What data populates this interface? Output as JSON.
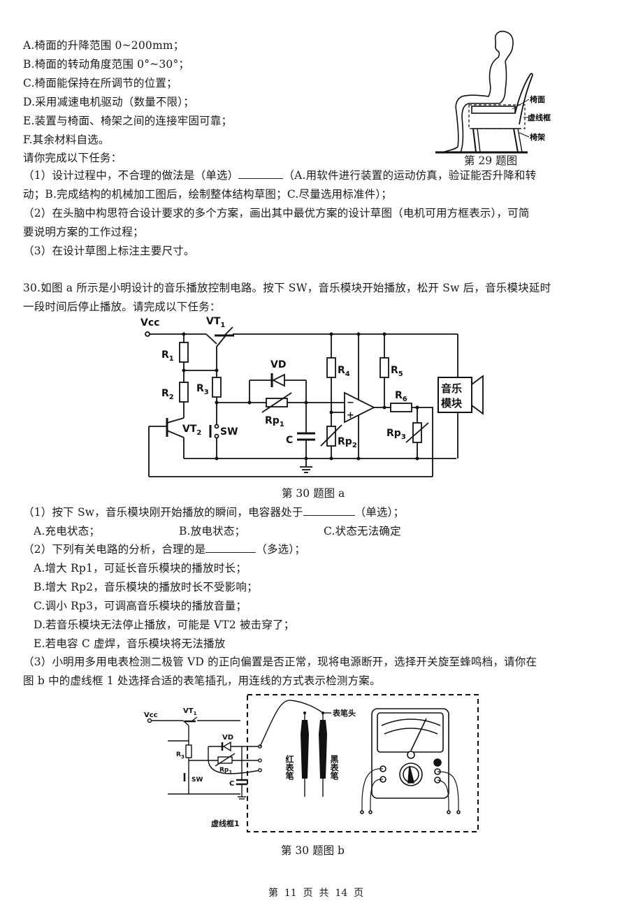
{
  "q29": {
    "requirements": [
      "A.椅面的升降范围 0~200mm；",
      "B.椅面的转动角度范围 0°~30°；",
      "C.椅面能保持在所调节的位置；",
      "D.采用减速电机驱动（数量不限）；",
      "E.装置与椅面、椅架之间的连接牢固可靠；",
      "F.其余材料自选。"
    ],
    "task_intro": "请你完成以下任务：",
    "figure": {
      "caption": "第 29 题图",
      "labels": {
        "seat": "椅面",
        "dashed_box": "虚线框",
        "frame": "椅架"
      }
    },
    "tasks": {
      "t1_prefix": "（1）设计过程中，不合理的做法是（单选）",
      "t1_suffix": "（A.用软件进行装置的运动仿真，验证能否升降和转",
      "t1_line2": "动；B.完成结构的机械加工图后，绘制整体结构草图；C.尽量选用标准件）；",
      "t2_line1": "（2）在头脑中构思符合设计要求的多个方案，画出其中最优方案的设计草图（电机可用方框表示），可简",
      "t2_line2": "要说明方案的工作过程；",
      "t3": "（3）在设计草图上标注主要尺寸。"
    }
  },
  "q30": {
    "intro_line1": "30.如图 a 所示是小明设计的音乐播放控制电路。按下 SW，音乐模块开始播放，松开 Sw 后，音乐模块延时",
    "intro_line2": "一段时间后停止播放。请完成以下任务：",
    "figure_a": {
      "caption": "第 30 题图 a",
      "labels": {
        "vcc": "Vcc",
        "vt1": "VT",
        "vt1_sub": "1",
        "vt2": "VT",
        "vt2_sub": "2",
        "r1": "R",
        "r1_sub": "1",
        "r2": "R",
        "r2_sub": "2",
        "r3": "R",
        "r3_sub": "3",
        "r4": "R",
        "r4_sub": "4",
        "r5": "R",
        "r5_sub": "5",
        "r6": "R",
        "r6_sub": "6",
        "rp1": "Rp",
        "rp1_sub": "1",
        "rp2": "Rp",
        "rp2_sub": "2",
        "rp3": "Rp",
        "rp3_sub": "3",
        "vd": "VD",
        "sw": "SW",
        "c": "C",
        "minus": "−",
        "plus": "+",
        "module_line1": "音乐",
        "module_line2": "模块"
      }
    },
    "sub1": {
      "prefix": "（1）按下 Sw，音乐模块刚开始播放的瞬间，电容器处于",
      "suffix": "（单选）；",
      "options": [
        "A.充电状态；",
        "B.放电状态；",
        "C.状态无法确定"
      ]
    },
    "sub2": {
      "prefix": "（2）下列有关电路的分析，合理的是",
      "suffix": "（多选）；",
      "options": [
        "A.增大 Rp1，可延长音乐模块的播放时长；",
        "B.增大 Rp2，音乐模块的播放时长不受影响；",
        "C.调小 Rp3，可调高音乐模块的播放音量；",
        "D.若音乐模块无法停止播放，可能是  VT2  被击穿了；",
        "E.若电容  C  虚焊，音乐模块将无法播放"
      ]
    },
    "sub3": {
      "line1": "（3）小明用多用电表检测二极管 VD 的正向偏置是否正常，现将电源断开，选择开关旋至蜂鸣档，请你在",
      "line2": "图 b 中的虚线框 1 处选择合适的表笔插孔，用连线的方式表示检测方案。"
    },
    "figure_b": {
      "caption": "第 30 题图 b",
      "labels": {
        "vcc": "Vcc",
        "vt1": "VT",
        "vt1_sub": "1",
        "r3": "R",
        "r3_sub": "3",
        "vd": "VD",
        "rp1": "Rp",
        "rp1_sub": "1",
        "sw": "SW",
        "c": "C",
        "probe_tip": "表笔头",
        "red_probe": "红表笔",
        "black_probe": "黑表笔",
        "dashed_box_1": "虚线框1"
      }
    }
  },
  "footer": {
    "page_info": "第  11  页  共  14  页"
  }
}
